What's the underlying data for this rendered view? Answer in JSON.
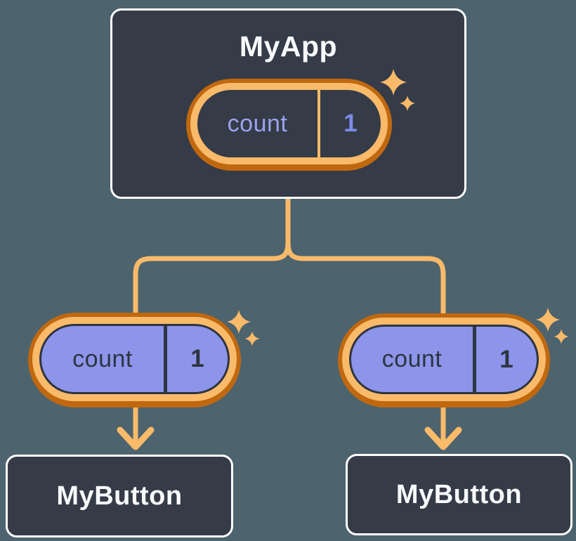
{
  "root": {
    "title": "MyApp",
    "state_name": "count",
    "state_value": "1"
  },
  "children": [
    {
      "title": "MyButton",
      "state_name": "count",
      "state_value": "1"
    },
    {
      "title": "MyButton",
      "state_name": "count",
      "state_value": "1"
    }
  ],
  "icons": {
    "sparkle": "sparkle-icon",
    "arrow": "arrow-down-icon"
  },
  "colors": {
    "bg": "#4D636D",
    "boxFill": "#353B47",
    "boxBorder": "#FFFFFF",
    "titleText": "#F7F9FB",
    "orangeLight": "#F9BA6A",
    "orangeDark": "#C0680F",
    "purple": "#8C95EA",
    "ink": "#2E3440",
    "pillNameTop": "#9AA3EC",
    "pillValueTop": "#7C8AE8"
  }
}
